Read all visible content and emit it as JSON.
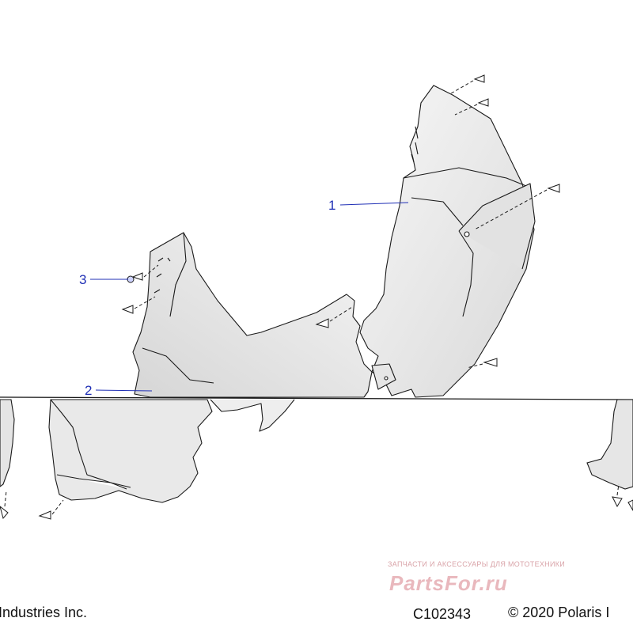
{
  "diagram": {
    "callouts": {
      "c1": "1",
      "c2": "2",
      "c3": "3"
    },
    "footer": {
      "left_text": "Industries Inc.",
      "drawing_number": "C102343",
      "copyright": "© 2020 Polaris I"
    },
    "watermark": {
      "tagline": "ЗАПЧАСТИ И АКСЕССУАРЫ ДЛЯ МОТОТЕХНИКИ",
      "logo": "PartsFor.ru"
    },
    "colors": {
      "line": "#1a1a1a",
      "panel_fill": "#eeeeee",
      "callout": "#1f2fb5",
      "watermark": "#e9b8bd"
    }
  }
}
